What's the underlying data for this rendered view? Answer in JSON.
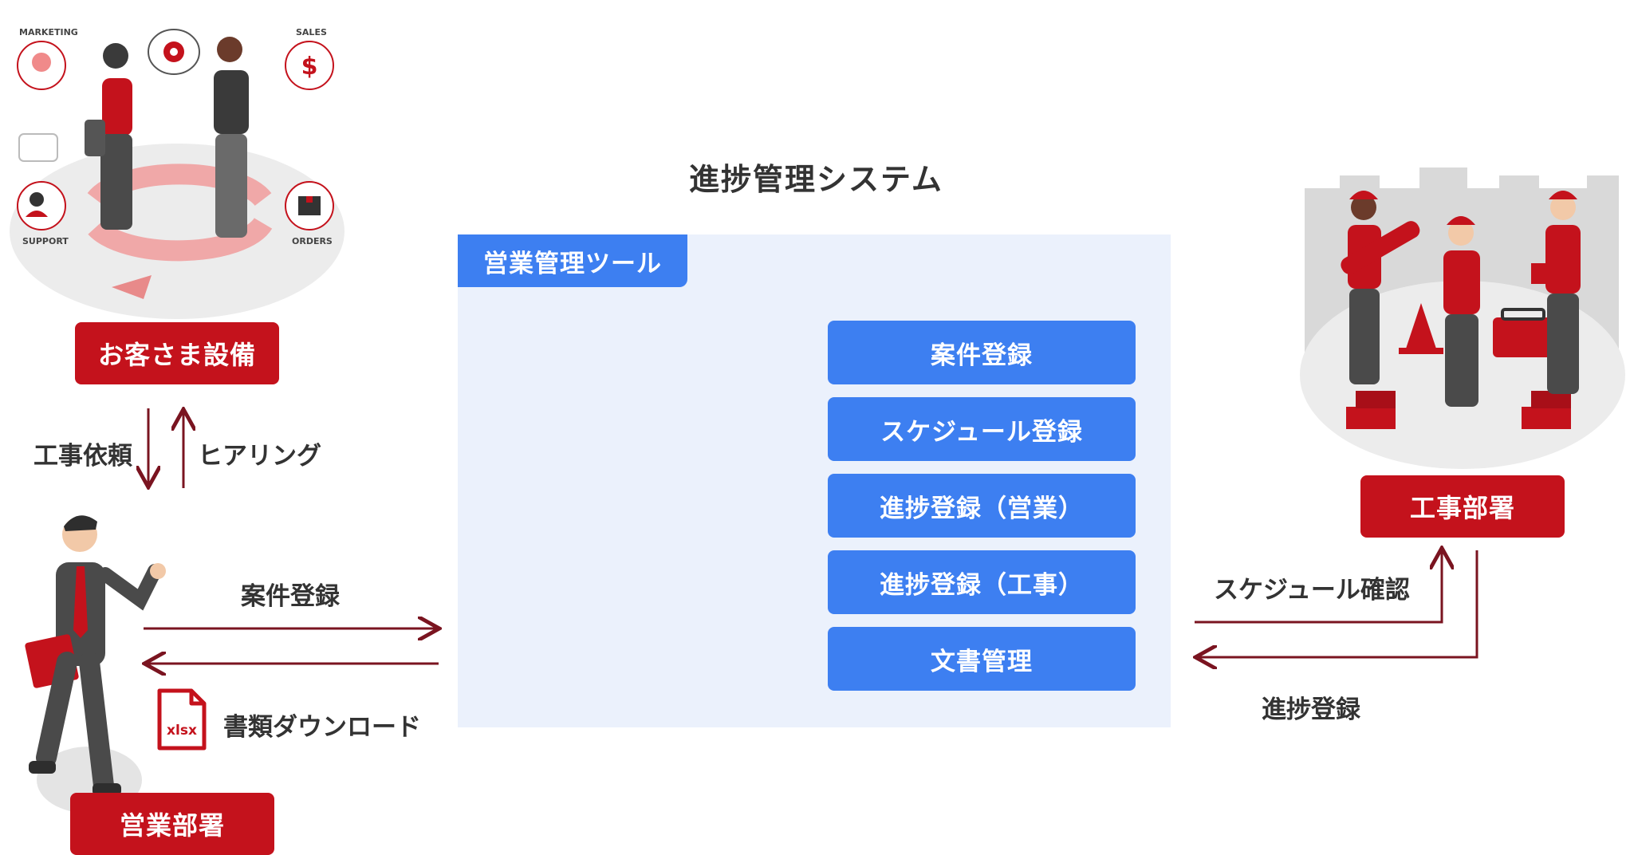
{
  "system_title": "進捗管理システム",
  "tool_title": "営業管理ツール",
  "functions": [
    "案件登録",
    "スケジュール登録",
    "進捗登録（営業）",
    "進捗登録（工事）",
    "文書管理"
  ],
  "customer_label": "お客さま設備",
  "sales_label": "営業部署",
  "construction_label": "工事部署",
  "arrow_labels": {
    "request": "工事依頼",
    "hearing": "ヒアリング",
    "case_register": "案件登録",
    "download": "書類ダウンロード",
    "schedule_check": "スケジュール確認",
    "progress_register": "進捗登録"
  },
  "file_icon_text": "xlsx",
  "illustration_words": {
    "marketing": "MARKETING",
    "sales": "SALES",
    "support": "SUPPORT",
    "orders": "ORDERS"
  },
  "colors": {
    "brand_red": "#c4121c",
    "arrow_dark_red": "#7a1420",
    "button_blue": "#3d7ff1",
    "panel_bg": "#ebf1fc"
  }
}
